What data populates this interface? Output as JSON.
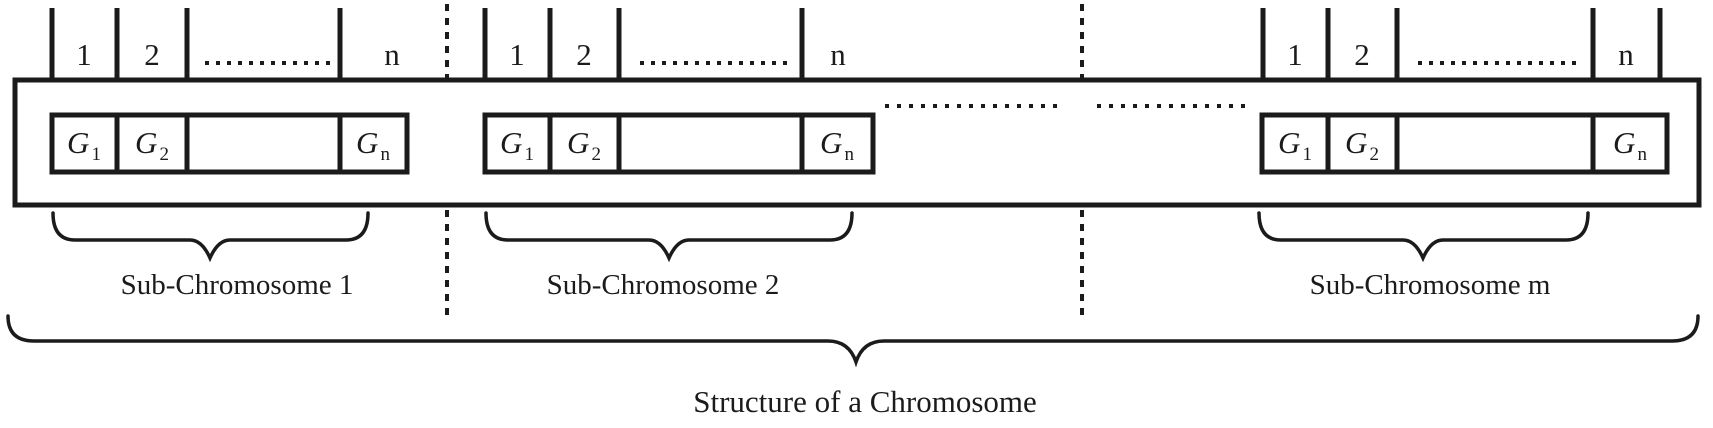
{
  "diagram": {
    "footer_label": "Structure of a Chromosome",
    "colors": {
      "ink": "#1b1b1b",
      "background": "#ffffff"
    },
    "groups": [
      {
        "label": "Sub-Chromosome 1",
        "index_labels": [
          "1",
          "2",
          "n"
        ],
        "genes": [
          {
            "base": "G",
            "sub": "1"
          },
          {
            "base": "G",
            "sub": "2"
          },
          {
            "base": "G",
            "sub": "n"
          }
        ]
      },
      {
        "label": "Sub-Chromosome 2",
        "index_labels": [
          "1",
          "2",
          "n"
        ],
        "genes": [
          {
            "base": "G",
            "sub": "1"
          },
          {
            "base": "G",
            "sub": "2"
          },
          {
            "base": "G",
            "sub": "n"
          }
        ]
      },
      {
        "label": "Sub-Chromosome m",
        "index_labels": [
          "1",
          "2",
          "n"
        ],
        "genes": [
          {
            "base": "G",
            "sub": "1"
          },
          {
            "base": "G",
            "sub": "2"
          },
          {
            "base": "G",
            "sub": "n"
          }
        ]
      }
    ]
  }
}
